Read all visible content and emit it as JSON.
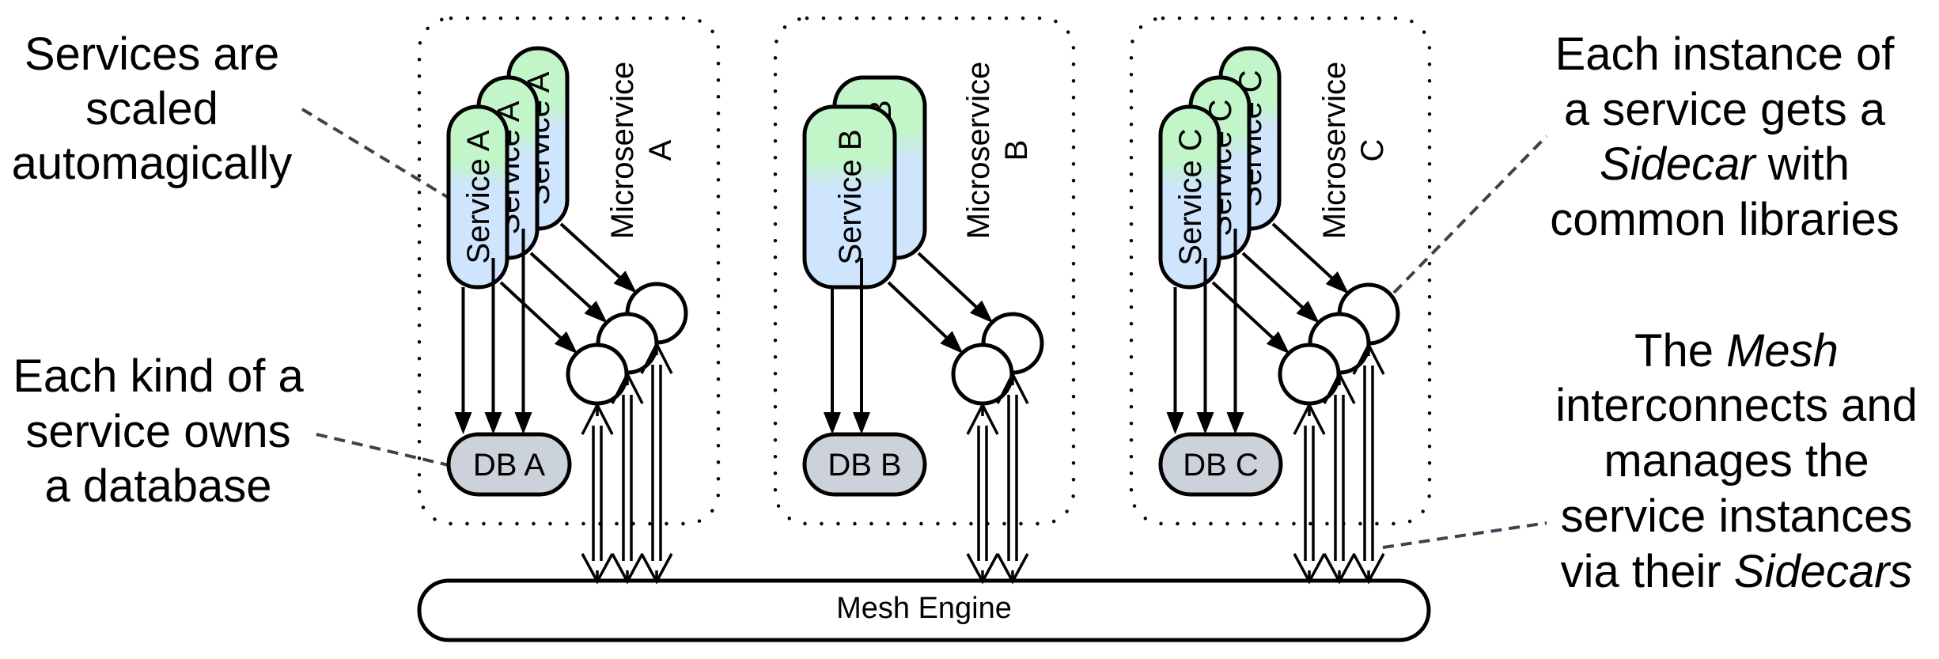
{
  "annotations": {
    "scaled": [
      "Services are",
      "scaled",
      "automagically"
    ],
    "database": [
      "Each kind of a",
      "service owns",
      "a database"
    ],
    "sidecar": {
      "line1": "Each instance of",
      "line2": "a service gets a",
      "line3_italic": "Sidecar",
      "line3_rest": " with",
      "line4": "common libraries"
    },
    "mesh": {
      "line1_plain": "The ",
      "line1_italic": "Mesh",
      "line2": "interconnects and",
      "line3": "manages the",
      "line4": "service instances",
      "line5_plain": "via their ",
      "line5_italic": "Sidecars"
    }
  },
  "microservices": [
    {
      "id": "a",
      "label_line1": "Microservice",
      "label_line2": "A",
      "service_label": "Service A",
      "instances": 3,
      "db_label": "DB A"
    },
    {
      "id": "b",
      "label_line1": "Microservice",
      "label_line2": "B",
      "service_label": "Service B",
      "instances": 2,
      "db_label": "DB B"
    },
    {
      "id": "c",
      "label_line1": "Microservice",
      "label_line2": "C",
      "service_label": "Service C",
      "instances": 3,
      "db_label": "DB C"
    }
  ],
  "mesh_engine": {
    "label": "Mesh Engine"
  },
  "colors": {
    "service_top": "#c2f5c8",
    "service_bottom": "#cfe4fd",
    "database": "#ccd2da",
    "callout_line": "#3c4350"
  }
}
